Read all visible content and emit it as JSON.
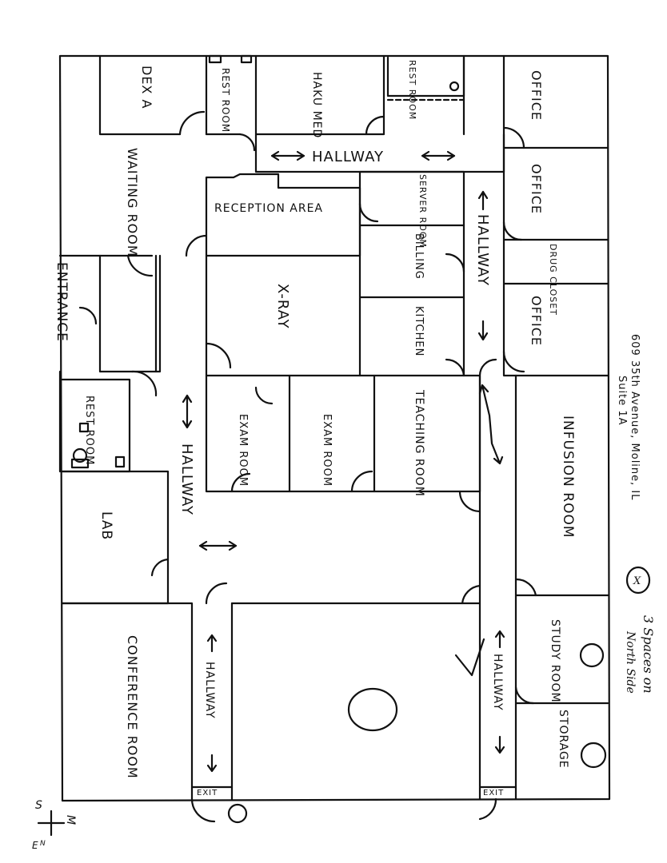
{
  "address": {
    "line1": "609 35th Avenue, Moline, IL",
    "line2": "Suite 1A"
  },
  "rooms": {
    "dexa": "DEX A",
    "restroom_top_left": "REST ROOM",
    "haku_med": "HAKU MED",
    "restroom_top_mid": "REST ROOM",
    "office_top": "OFFICE",
    "waiting_room": "WAITING ROOM",
    "office_2": "OFFICE",
    "reception": "RECEPTION AREA",
    "server_room": "SERVER ROOM",
    "billing": "BILLING",
    "drug_closet": "DRUG CLOSET",
    "kitchen": "KITCHEN",
    "xray": "X-RAY",
    "office_3": "OFFICE",
    "entrance": "ENTRANCE",
    "restroom_left": "REST ROOM",
    "exam_room_1": "EXAM ROOM",
    "exam_room_2": "EXAM ROOM",
    "teaching_room": "TEACHING ROOM",
    "infusion_room": "INFUSION ROOM",
    "lab": "LAB",
    "conference_room": "CONFERENCE ROOM",
    "study_room": "STUDY ROOM",
    "storage": "STORAGE"
  },
  "hallways": {
    "top": "HALLWAY",
    "right": "HALLWAY",
    "left": "HALLWAY",
    "bottom_left": "HALLWAY",
    "bottom_right": "HALLWAY"
  },
  "exits": {
    "left": "EXIT",
    "right": "EXIT"
  },
  "annotations": {
    "note_line1": "3 Spaces on",
    "note_line2": "North Side",
    "circle_mark": "X"
  },
  "compass": {
    "s": "S",
    "m": "M",
    "e": "E",
    "n": "N"
  }
}
